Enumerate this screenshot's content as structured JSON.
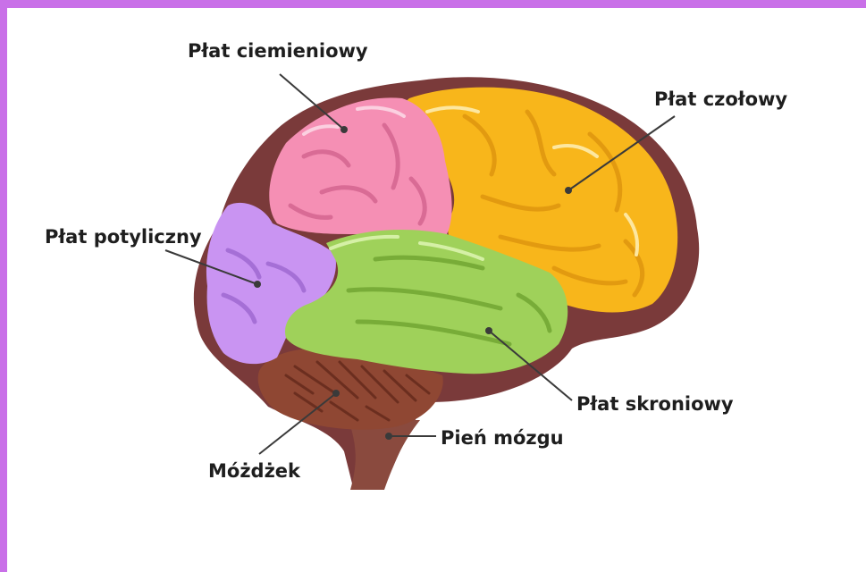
{
  "colors": {
    "border": "#c970e8",
    "outline": "#7a3a3a",
    "frontal": "#f8b61b",
    "parietal": "#f58fb4",
    "occipital": "#c994f2",
    "temporal": "#9fd15a",
    "cerebellum": "#8f4733",
    "brainstem": "#8a4a3e"
  },
  "labels": {
    "parietal": "Płat ciemieniowy",
    "frontal": "Płat czołowy",
    "occipital": "Płat potyliczny",
    "temporal": "Płat skroniowy",
    "brainstem": "Pień mózgu",
    "cerebellum": "Móżdżek"
  }
}
